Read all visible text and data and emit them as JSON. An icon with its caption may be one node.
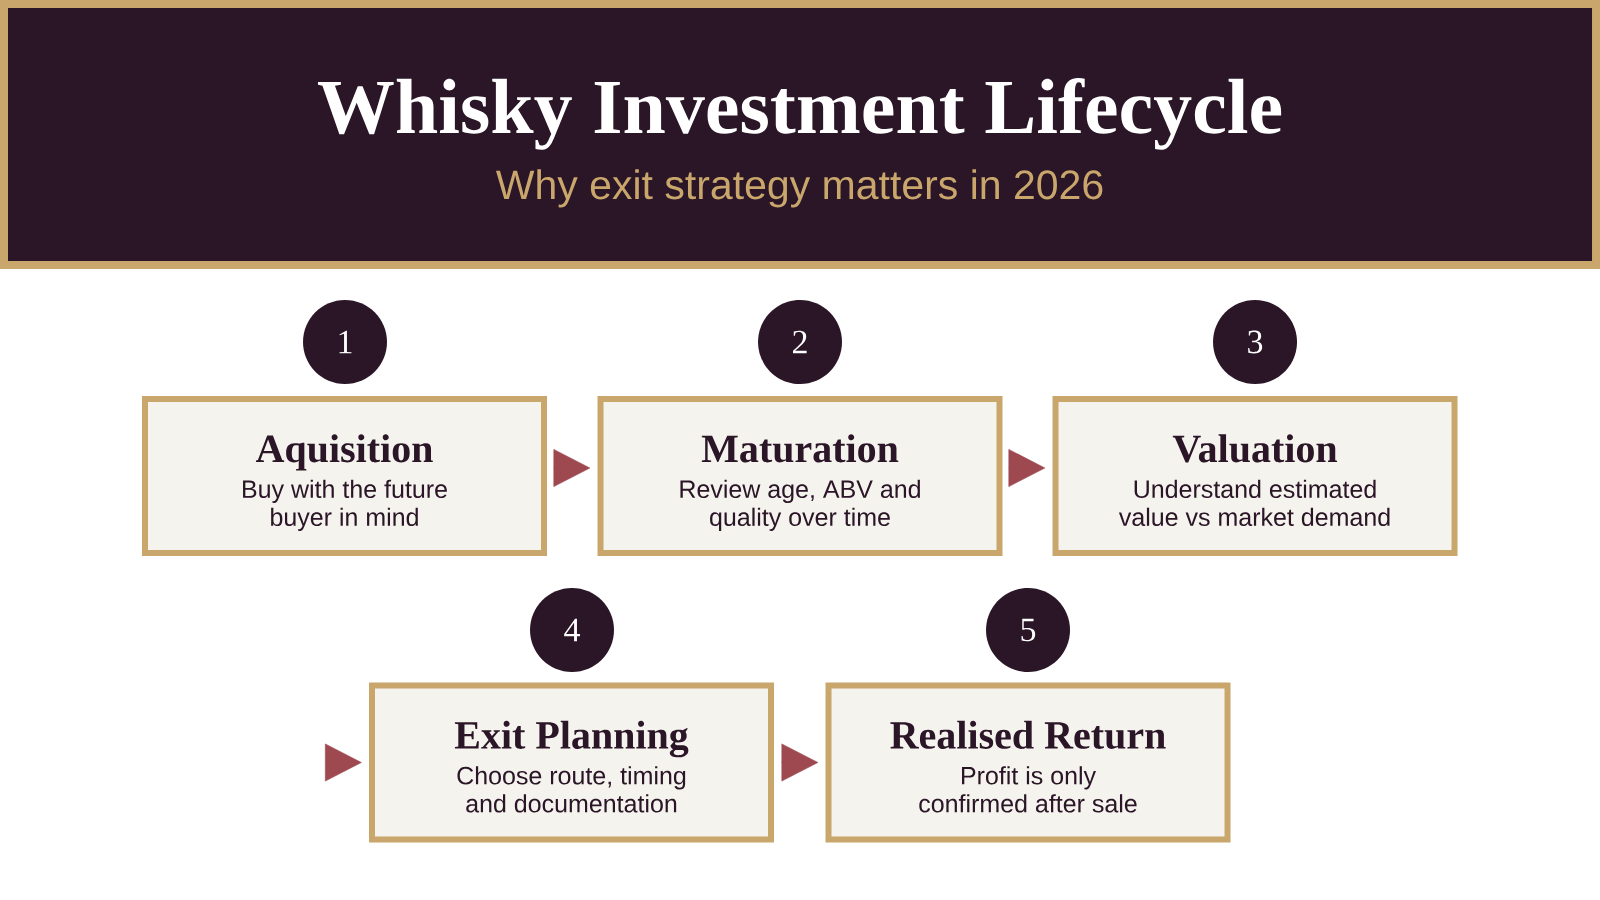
{
  "diagram": {
    "title": "Whisky Investment Lifecycle",
    "nodes": [
      {
        "text": [
          "1"
        ]
      },
      {
        "text": [
          "2"
        ]
      },
      {
        "text": [
          "3"
        ]
      },
      {
        "text": [
          "Aquisition",
          "Buy with the future buyer in mind"
        ]
      },
      {
        "text": [
          "Maturation",
          "Review age, ABV and quality over time"
        ]
      },
      {
        "text": [
          "Valuation",
          "Understand estimated value vs market demand"
        ]
      },
      {
        "text": [
          "4"
        ]
      },
      {
        "text": [
          "5"
        ]
      },
      {
        "text": [
          "Exit Planning",
          "Choose route, timing and documentation"
        ]
      },
      {
        "text": [
          "Realised Return",
          "Profit is only confirmed after sale"
        ]
      }
    ],
    "edges": [
      {
        "from": 3,
        "to": 4,
        "arrow": "to"
      },
      {
        "from": 4,
        "to": 5,
        "arrow": "to"
      },
      {
        "from": null,
        "to": 8,
        "arrow": "to"
      },
      {
        "from": 8,
        "to": 9,
        "arrow": "to"
      }
    ],
    "labels": [
      "Why exit strategy matters in 2026"
    ]
  }
}
